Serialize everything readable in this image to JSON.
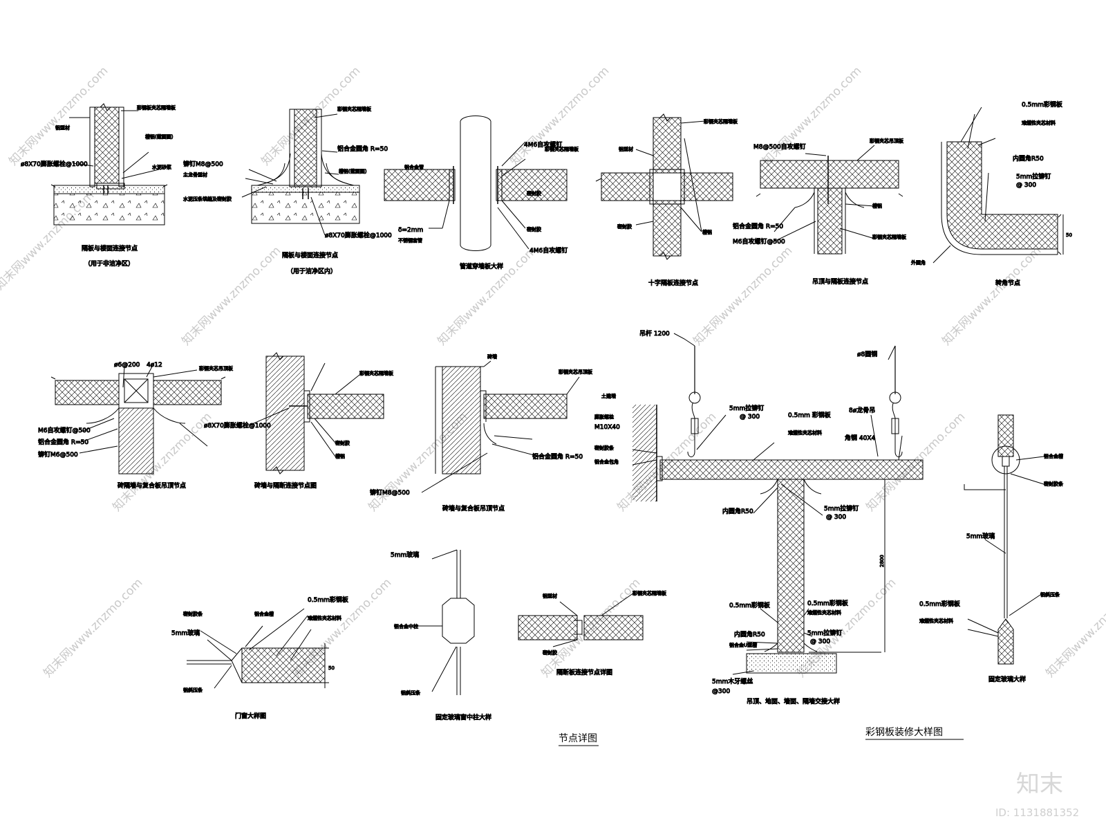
{
  "watermark": {
    "text": "知末网www.znzmo.com",
    "logo": "知末",
    "id": "ID: 1131881352"
  },
  "labels": {
    "d1": {
      "title": "隔板与楼面连接节点",
      "subtitle": "（用于非洁净区）",
      "tag1": "ø8X70膨胀螺栓@1000",
      "tag2": "彩钢板夹芯隔墙板",
      "tag3": "铝型材",
      "tag4": "槽铝(截面图)",
      "tag5": "水泥砂浆"
    },
    "d2": {
      "title": "隔板与楼面连接节点",
      "subtitle": "（用于洁净区内）",
      "tag1": "铆钉M8@500",
      "tag2": "主龙骨型材",
      "tag3": "水泥压条填缝及密封胶",
      "tag4": "彩钢夹芯隔墙板",
      "tag5": "铝合金圆角 R=50",
      "tag6": "槽铝(截面图)",
      "tag7": "ø8X70膨胀螺栓@1000"
    },
    "d3": {
      "title": "管道穿墙板大样",
      "tag1": "铝合金管",
      "tag2": "4M6自攻螺钉",
      "tag3": "彩钢夹芯隔墙板",
      "tag4": "密封胶",
      "tag5": "δ=2mm",
      "tag6": "不锈钢套管",
      "tag7": "4M6自攻螺钉",
      "tag8": "密封胶"
    },
    "d4": {
      "title": "十字隔板连接节点",
      "tag1": "彩钢夹芯隔墙板",
      "tag2": "铝型材",
      "tag3": "槽铝",
      "tag4": "密封胶"
    },
    "d5": {
      "title": "吊顶与隔板连接节点",
      "tag1": "M8@500自攻螺钉",
      "tag2": "彩钢夹芯吊顶板",
      "tag3": "铝合金圆角 R=50",
      "tag4": "M6自攻螺钉@500",
      "tag5": "槽铝",
      "tag6": "彩钢夹芯隔墙板"
    },
    "d6": {
      "title": "转角节点",
      "tag1": "0.5mm彩钢板",
      "tag2": "难燃性夹芯材料",
      "tag3": "内圆角R50",
      "tag4": "5mm拉铆钉",
      "tag5": "@ 300",
      "tag6": "外圆角",
      "dim": "50"
    },
    "d7": {
      "title": "砖隔墙与复合板吊顶节点",
      "tag1": "ø6@200",
      "tag2": "4ø12",
      "tag3": "M6自攻螺钉@500",
      "tag4": "铝合金圆角 R=50",
      "tag5": "铆钉M6@500",
      "tag6": "彩钢夹芯吊顶板"
    },
    "d8": {
      "title": "砖墙与隔断连接节点图",
      "tag1": "ø8X70膨胀螺栓@1000",
      "tag2": "彩钢夹芯隔墙板",
      "tag3": "密封胶",
      "tag4": "槽铝"
    },
    "d9": {
      "title": "砖墙与复合板吊顶节点",
      "tag1": "彩钢夹芯吊顶板",
      "tag2": "铝合金圆角 R=50",
      "tag3": "铆钉M8@500",
      "tag4": "砖墙"
    },
    "d10": {
      "title": "吊顶、地面、墙面、隔墙交接大样",
      "tag1": "吊杆 1200",
      "tag2": "ø8圆钢",
      "tag3": "土建墙",
      "tag4": "膨胀螺栓",
      "tag5": "M10X40",
      "tag6": "密封胶条",
      "tag7": "铝合金包角",
      "tag8": "5mm拉铆钉",
      "tag9": "@ 300",
      "tag10": "0.5mm 彩钢板",
      "tag11": "难燃性夹芯材料",
      "tag12": "8ø龙骨吊",
      "tag13": "角钢 40X4",
      "tag14": "内圆角R50",
      "tag15": "5mm拉铆钉",
      "tag16": "@ 300",
      "tag17": "0.5mm彩钢板",
      "tag18": "0.5mm彩钢板",
      "tag19": "难燃性夹芯材料",
      "tag20": "内圆角R50",
      "tag21": "5mm拉铆钉",
      "tag22": "@ 300",
      "tag23": "铝合金U型槽",
      "tag24": "5mm木牙螺丝",
      "tag25": "@300",
      "dim": "2800"
    },
    "d11": {
      "title": "固定玻璃大样",
      "tag1": "铝合金槽",
      "tag2": "密封胶条",
      "tag3": "5mm玻璃",
      "tag4": "铝斜压条",
      "tag5": "0.5mm彩钢板",
      "tag6": "难燃性夹芯材料"
    },
    "d12": {
      "title": "门窗大样图",
      "tag1": "密封胶条",
      "tag2": "铝合金槽",
      "tag3": "0.5mm彩钢板",
      "tag4": "难燃性夹芯材料",
      "tag5": "5mm玻璃",
      "tag6": "铝斜压条",
      "dim": "50"
    },
    "d13": {
      "title": "固定玻璃窗中柱大样",
      "tag1": "5mm玻璃",
      "tag2": "铝合金中柱",
      "tag3": "铝斜压条"
    },
    "d14": {
      "title": "隔断板连接节点详图",
      "tag1": "铝型材",
      "tag2": "彩钢夹芯隔墙板",
      "tag3": "密封胶"
    },
    "sheet_titles": {
      "left": "节点详图",
      "right": "彩钢板装修大样图"
    }
  }
}
